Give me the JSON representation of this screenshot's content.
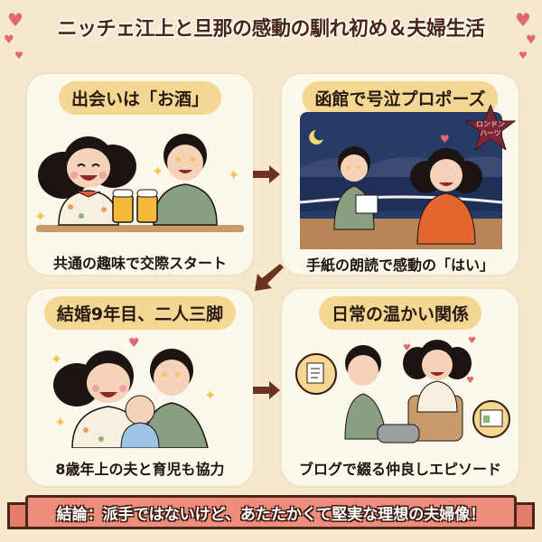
{
  "title": "ニッチェ江上と旦那の感動の馴れ初め＆夫婦生活",
  "panels": [
    {
      "heading": "出会いは「お酒」",
      "caption": "共通の趣味で交際スタート",
      "scene": "couple-toasting-beer"
    },
    {
      "heading": "函館で号泣プロポーズ",
      "caption": "手紙の朗読で感動の「はい」",
      "scene": "night-harbor-proposal",
      "badge": [
        "ロンドン",
        "ハーツ"
      ]
    },
    {
      "heading": "結婚9年目、二人三脚",
      "caption": "8歳年上の夫と育児も協力",
      "scene": "family-with-baby"
    },
    {
      "heading": "日常の温かい関係",
      "caption": "ブログで綴る仲良しエピソード",
      "scene": "foot-massage-blog"
    }
  ],
  "conclusion": "結論：派手ではないけど、あたたかくて堅実な理想の夫婦像！",
  "colors": {
    "background": "#f5e8cf",
    "panel": "#fdf8ec",
    "heading_pill": "#f3d792",
    "arrow": "#6b3222",
    "banner": "#ef8d7d",
    "heart": "#e06a6a",
    "title_text": "#4a2618"
  }
}
